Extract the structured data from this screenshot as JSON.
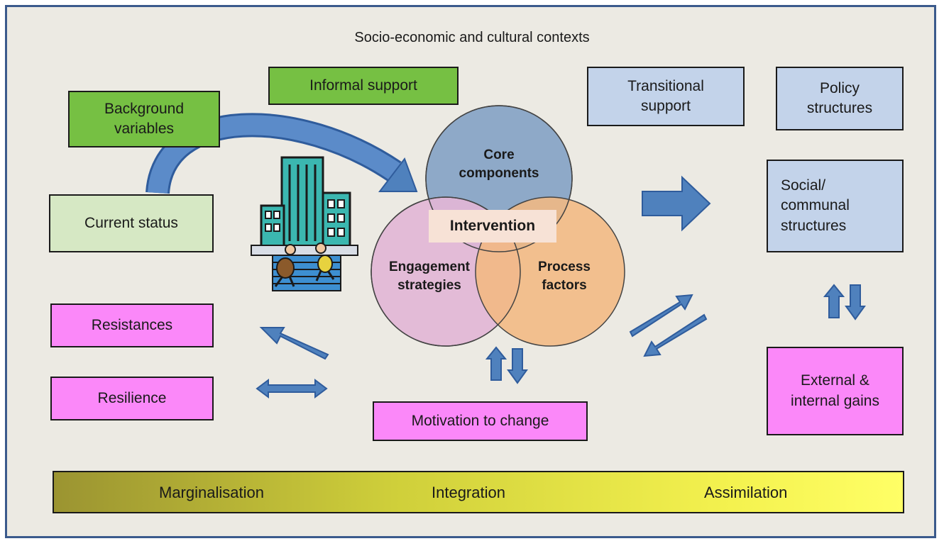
{
  "title": "Socio-economic and cultural contexts",
  "boxes": {
    "informal_support": "Informal support",
    "background_variables_line1": "Background",
    "background_variables_line2": "variables",
    "current_status": "Current status",
    "transitional_support_line1": "Transitional",
    "transitional_support_line2": "support",
    "policy_structures_line1": "Policy",
    "policy_structures_line2": "structures",
    "social_line1": "Social/",
    "social_line2": "communal",
    "social_line3": "structures",
    "resistances": "Resistances",
    "resilience": "Resilience",
    "motivation": "Motivation to change",
    "gains_line1": "External &",
    "gains_line2": "internal gains"
  },
  "circles": {
    "core_line1": "Core",
    "core_line2": "components",
    "engagement_line1": "Engagement",
    "engagement_line2": "strategies",
    "process_line1": "Process",
    "process_line2": "factors",
    "center": "Intervention"
  },
  "spectrum": {
    "left": "Marginalisation",
    "middle": "Integration",
    "right": "Assimilation"
  },
  "colors": {
    "frame_border": "#3b5a8c",
    "arrow_blue": "#4f81bd",
    "core_circle": "#8ea9c8",
    "engagement_circle": "#e2b6d6",
    "process_circle": "#f3b882",
    "pink_box": "#fb88f9",
    "blue_box": "#c3d3ea",
    "green_box": "#76c043"
  },
  "icons": {
    "illustration": "building-with-people-illustration"
  }
}
